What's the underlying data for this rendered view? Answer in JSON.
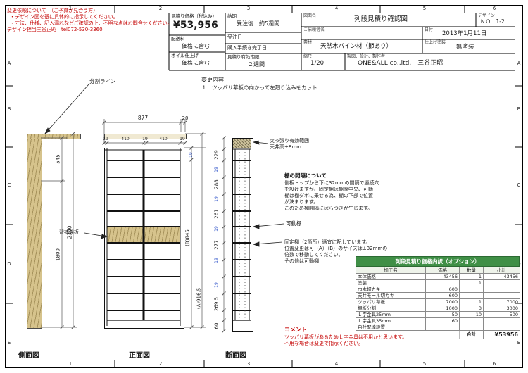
{
  "frame": {
    "cols": [
      "1",
      "2",
      "3",
      "4",
      "5",
      "6"
    ],
    "rows": [
      "A",
      "B",
      "C",
      "D",
      "E"
    ]
  },
  "request_note": {
    "lines": [
      "変更依頼について　（ご予算が見合う方）",
      "・デザイン図を基に具体的に指示してください。",
      "・寸法、仕様、記入漏れなどご確認の上、不明な点はお問合せください。",
      "デザイン担当三谷正昭　tel072-530-3360"
    ]
  },
  "title_block": {
    "price_label": "見積り価格（税込み）",
    "price": "¥53,956",
    "shipping_label": "配送料",
    "shipping_value": "価格に含む",
    "oil_label": "オイル仕上げ",
    "oil_value": "価格に含む",
    "delivery_label": "納期",
    "delivery_value": "受注後　約5週間",
    "order_date_label": "受注日",
    "purchase_done_label": "購入手続き完了日",
    "validity_label": "見積り有効期限",
    "validity_value": "２週間",
    "drawing_name_label": "図面名",
    "drawing_name": "列段見積り確認図",
    "design_label": "デザイン",
    "design_no": "ＮＯ　1-2",
    "client_label": "ご依頼者名",
    "date_label": "日付",
    "date_value": "2013年1月11日",
    "material_label": "素材",
    "material_value": "天然木パイン材（節あり）",
    "finish_label": "仕上げ塗装",
    "finish_value": "無塗装",
    "scale_label": "縮尺",
    "scale_value": "1/20",
    "maker_label": "製図、設計、製作者",
    "maker_value": "ONE&ALL co.,ltd.　三谷正昭"
  },
  "change_note": {
    "title": "変更内容",
    "item": "１．ツッパリ幕板の向かって左廻り込みをカット"
  },
  "views": {
    "side": "側面図",
    "front": "正面図",
    "section": "断面図"
  },
  "dims": {
    "front_width": "877",
    "front_overhang": "20",
    "front_row": [
      "19",
      "410",
      "19",
      "410",
      "19"
    ],
    "side": {
      "upper": "545",
      "total": "2390",
      "lower": "1800"
    },
    "front_right": {
      "t19": "19",
      "b": "(B)845",
      "a": "(A)916.5"
    },
    "section_col": [
      "229",
      "19",
      "288",
      "19",
      "261",
      "19",
      "277",
      "19",
      "19",
      "269.5",
      "60"
    ]
  },
  "callouts": {
    "split_line": "分割ライン",
    "back_board": "背補強板",
    "tsuppari": [
      "突っ張り有効範囲",
      "天井高±8mm"
    ],
    "spacing": [
      "棚の間隔について",
      "側板トップから下に32mmの間隔で連続穴",
      "を設けますが、固定棚は棚厚中央、可動",
      "棚は棚ダボに乗せる為、棚の下部で位置",
      "が決まります。",
      "このため棚間隔にばらつきが生じます。"
    ],
    "movable": "可動棚",
    "fixed": [
      "固定棚（2箇所）適宜に配しています。",
      "位置変更は可（A）（B）のサイズは±32mmの",
      "倍数で移動してください。",
      "その他は可動棚"
    ],
    "comment_title": "コメント",
    "comment": [
      "ツッパリ幕板があるためＬ字金具は不用かと思います。",
      "不用な場合は変更で指示ください。"
    ]
  },
  "price_table": {
    "title": "列段見積り価格内訳（オプション）",
    "headers": [
      "加工名",
      "価格",
      "数量",
      "小計"
    ],
    "rows": [
      {
        "name": "本体価格",
        "price": "43456",
        "qty": "1",
        "subtotal": "43456"
      },
      {
        "name": "塗装",
        "price": "",
        "qty": "1",
        "subtotal": ""
      },
      {
        "name": "巾木切カキ",
        "price": "600",
        "qty": "",
        "subtotal": ""
      },
      {
        "name": "天井モール切カキ",
        "price": "600",
        "qty": "",
        "subtotal": ""
      },
      {
        "name": "ツッパリ幕板",
        "price": "7000",
        "qty": "1",
        "subtotal": "7000"
      },
      {
        "name": "棚板分割",
        "price": "1000",
        "qty": "3",
        "subtotal": "3000"
      },
      {
        "name": "Ｌ字金具25mm",
        "price": "50",
        "qty": "10",
        "subtotal": "500"
      },
      {
        "name": "Ｌ字金具35mm",
        "price": "60",
        "qty": "",
        "subtotal": ""
      },
      {
        "name": "自社配達設置",
        "price": "",
        "qty": "",
        "subtotal": ""
      }
    ],
    "total_label": "合計",
    "total": "¥53956"
  },
  "colors": {
    "accent_green": "#3f8f46",
    "red": "#c40000",
    "blue": "#2b50c8",
    "wood": "#d6c38c"
  }
}
